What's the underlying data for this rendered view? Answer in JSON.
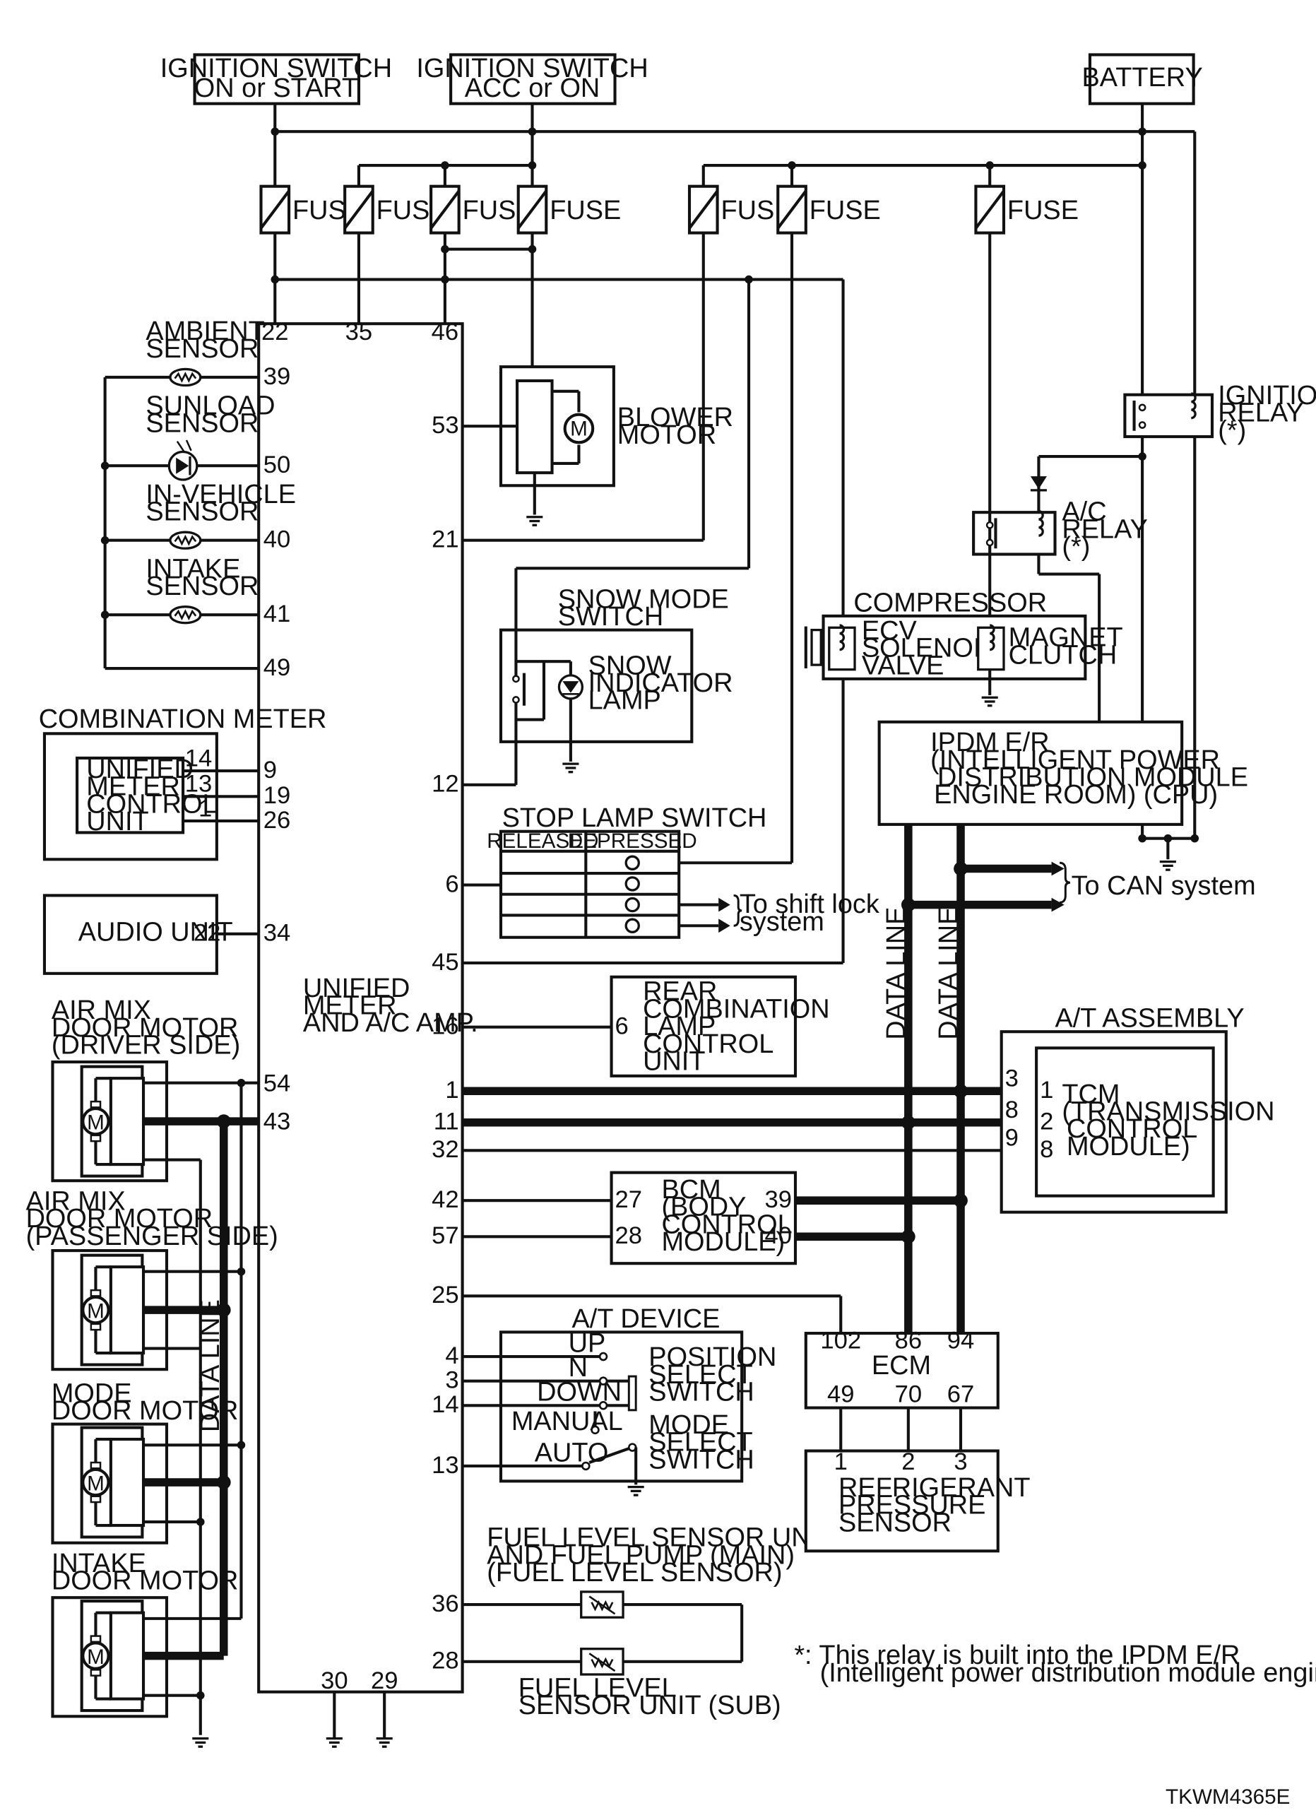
{
  "top": {
    "ign_on_start": [
      "IGNITION SWITCH",
      "ON or START"
    ],
    "ign_acc_on": [
      "IGNITION SWITCH",
      "ACC or ON"
    ],
    "battery": "BATTERY"
  },
  "fuse_label": "FUSE",
  "unified_amp": {
    "label": [
      "UNIFIED",
      "METER",
      "AND A/C AMP."
    ],
    "top_pins": [
      "22",
      "35",
      "46"
    ],
    "bottom_pins": [
      "30",
      "29"
    ],
    "left_pins": [
      "39",
      "50",
      "40",
      "41",
      "49",
      "9",
      "19",
      "26",
      "34",
      "54",
      "43"
    ],
    "right_pins": [
      "53",
      "21",
      "12",
      "6",
      "45",
      "16",
      "1",
      "11",
      "32",
      "42",
      "57",
      "25",
      "4",
      "3",
      "14",
      "13",
      "36",
      "28"
    ]
  },
  "sensors": {
    "ambient": [
      "AMBIENT",
      "SENSOR"
    ],
    "sunload": [
      "SUNLOAD",
      "SENSOR"
    ],
    "in_vehicle": [
      "IN-VEHICLE",
      "SENSOR"
    ],
    "intake": [
      "INTAKE",
      "SENSOR"
    ]
  },
  "combination_meter": {
    "title": "COMBINATION METER",
    "unit": [
      "UNIFIED",
      "METER",
      "CONTROL",
      "UNIT"
    ],
    "pins": [
      "14",
      "13",
      "1"
    ]
  },
  "audio": {
    "label": "AUDIO UNIT",
    "pin": "22"
  },
  "motors": {
    "air_mix_driver": [
      "AIR MIX",
      "DOOR MOTOR",
      "(DRIVER SIDE)"
    ],
    "air_mix_pass": [
      "AIR MIX",
      "DOOR MOTOR",
      "(PASSENGER SIDE)"
    ],
    "mode": [
      "MODE",
      "DOOR MOTOR"
    ],
    "intake": [
      "INTAKE",
      "DOOR MOTOR"
    ],
    "symbol": "M"
  },
  "data_line": "DATA LINE",
  "blower": [
    "BLOWER",
    "MOTOR"
  ],
  "snow": {
    "title": [
      "SNOW MODE",
      "SWITCH"
    ],
    "lamp": [
      "SNOW",
      "INDICATOR",
      "LAMP"
    ]
  },
  "stop_lamp": {
    "title": "STOP LAMP SWITCH",
    "released": "RELEASED",
    "depressed": "DEPRESSED",
    "shift_lock": [
      "To shift lock",
      "system"
    ]
  },
  "rear_comb": {
    "pin": "6",
    "label": [
      "REAR",
      "COMBINATION",
      "LAMP",
      "CONTROL",
      "UNIT"
    ]
  },
  "bcm": {
    "label": [
      "BCM",
      "(BODY",
      "CONTROL",
      "MODULE)"
    ],
    "pins_left": [
      "27",
      "28"
    ],
    "pins_right": [
      "39",
      "40"
    ]
  },
  "at_device": {
    "title": "A/T DEVICE",
    "up": "UP",
    "n": "N",
    "down": "DOWN",
    "manual": "MANUAL",
    "auto": "AUTO",
    "position": [
      "POSITION",
      "SELECT",
      "SWITCH"
    ],
    "mode": [
      "MODE",
      "SELECT",
      "SWITCH"
    ]
  },
  "fuel": {
    "main": [
      "FUEL LEVEL SENSOR UNIT",
      "AND FUEL PUMP (MAIN)",
      "(FUEL LEVEL SENSOR)"
    ],
    "sub": [
      "FUEL LEVEL",
      "SENSOR UNIT (SUB)"
    ]
  },
  "compressor": {
    "title": "COMPRESSOR",
    "ecv": [
      "ECV",
      "SOLENOID",
      "VALVE"
    ],
    "clutch": [
      "MAGNET",
      "CLUTCH"
    ]
  },
  "ignition_relay": [
    "IGNITION",
    "RELAY",
    "(*)"
  ],
  "ac_relay": [
    "A/C",
    "RELAY",
    "(*)"
  ],
  "ipdm": [
    "IPDM E/R",
    "(INTELLIGENT POWER",
    "DISTRIBUTION MODULE",
    "ENGINE ROOM) (CPU)"
  ],
  "can": "To CAN system",
  "at_assembly": {
    "title": "A/T ASSEMBLY",
    "tcm": [
      "TCM",
      "(TRANSMISSION",
      "CONTROL",
      "MODULE)"
    ],
    "outer_pins": [
      "3",
      "8",
      "9"
    ],
    "inner_pins": [
      "1",
      "2",
      "8"
    ]
  },
  "ecm": {
    "label": "ECM",
    "top_pins": [
      "102",
      "86",
      "94"
    ],
    "bottom_pins": [
      "49",
      "70",
      "67"
    ]
  },
  "refrigerant": {
    "pins": [
      "1",
      "2",
      "3"
    ],
    "label": [
      "REFRIGERANT",
      "PRESSURE",
      "SENSOR"
    ]
  },
  "note": [
    "*: This relay is built into the IPDM E/R",
    "(Intelligent power distribution module engine room)."
  ],
  "code": "TKWM4365E"
}
